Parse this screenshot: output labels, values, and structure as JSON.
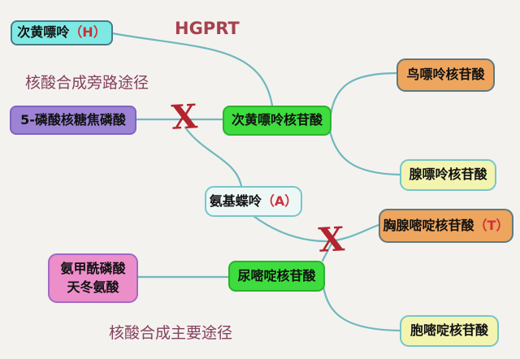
{
  "diagram": {
    "title_labels": {
      "enzyme": "HGPRT",
      "salvage_pathway": "核酸合成旁路途径",
      "main_pathway": "核酸合成主要途径"
    },
    "block_marks": [
      {
        "symbol": "X"
      },
      {
        "symbol": "X"
      }
    ],
    "nodes": {
      "hypoxanthine": {
        "text": "次黄嘌呤",
        "suffix": "（H）"
      },
      "prpp": {
        "text": "5-磷酸核糖焦磷酸"
      },
      "imp": {
        "text": "次黄嘌呤核苷酸"
      },
      "gmp": {
        "text": "鸟嘌呤核苷酸"
      },
      "amp": {
        "text": "腺嘌呤核苷酸"
      },
      "aminopterin": {
        "text": "氨基蝶呤",
        "suffix": "（A）"
      },
      "tmp": {
        "text": "胸腺嘧啶核苷酸",
        "suffix": "（T）"
      },
      "precursors": {
        "line1": "氨甲酰磷酸",
        "line2": "天冬氨酸"
      },
      "ump": {
        "text": "尿嘧啶核苷酸"
      },
      "cmp": {
        "text": "胞嘧啶核苷酸"
      }
    },
    "colors": {
      "background": "#f3f2ef",
      "connector": "#6fb8bc",
      "block_x": "#b3242e",
      "enzyme_text": "#a8404f",
      "pathway_label_text": "#86405f",
      "red_suffix": "#cf2f3a",
      "node_cyan": "#7ee9e3",
      "node_purple": "#9c83d5",
      "node_green": "#3edc3e",
      "node_orange": "#eea55e",
      "node_pale_yellow": "#f3f4b0",
      "node_light_cyan": "#edf8f6",
      "node_pink": "#ec8ec9"
    }
  }
}
